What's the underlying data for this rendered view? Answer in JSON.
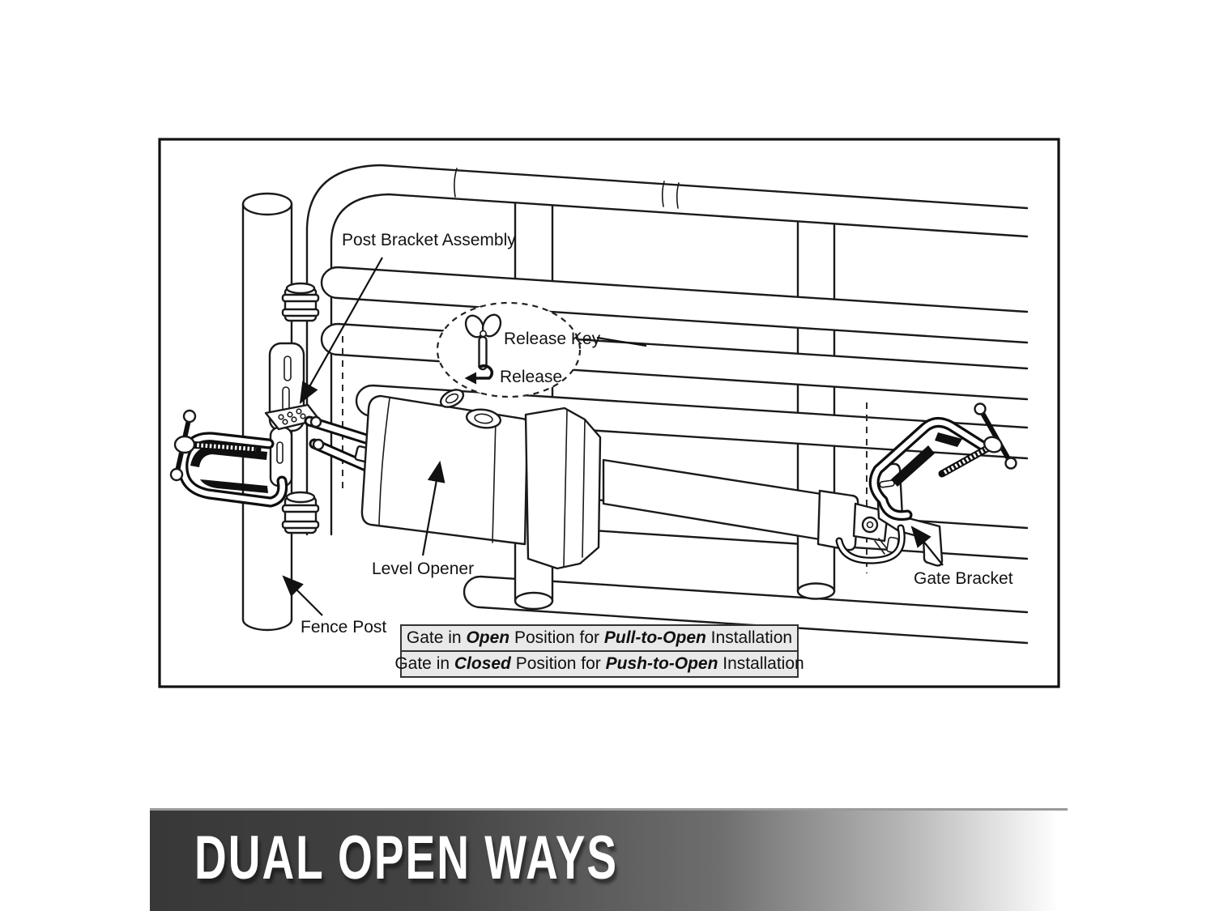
{
  "diagram": {
    "labels": {
      "post_bracket_assembly": "Post Bracket Assembly",
      "release_key": "Release Key",
      "release": "Release",
      "level_opener": "Level Opener",
      "fence_post": "Fence Post",
      "gate_bracket": "Gate Bracket"
    },
    "install_notes": [
      {
        "pre": "Gate in ",
        "em1": "Open",
        "mid": " Position for ",
        "em2": "Pull-to-Open",
        "post": " Installation"
      },
      {
        "pre": "Gate in ",
        "em1": "Closed",
        "mid": " Position for ",
        "em2": "Push-to-Open",
        "post": " Installation"
      }
    ],
    "icons": {
      "release_key_icon": "key-icon",
      "release_rotate_icon": "undo-arrow-icon",
      "clamp_left": "c-clamp-icon",
      "clamp_right": "c-clamp-icon"
    }
  },
  "banner": {
    "title": "DUAL OPEN WAYS"
  },
  "colors": {
    "line": "#1a1a1a",
    "note_background": "#e9e9e9",
    "note_border": "#333333",
    "banner_dark": "#383838",
    "banner_light": "#ffffff",
    "banner_text": "#ffffff"
  }
}
